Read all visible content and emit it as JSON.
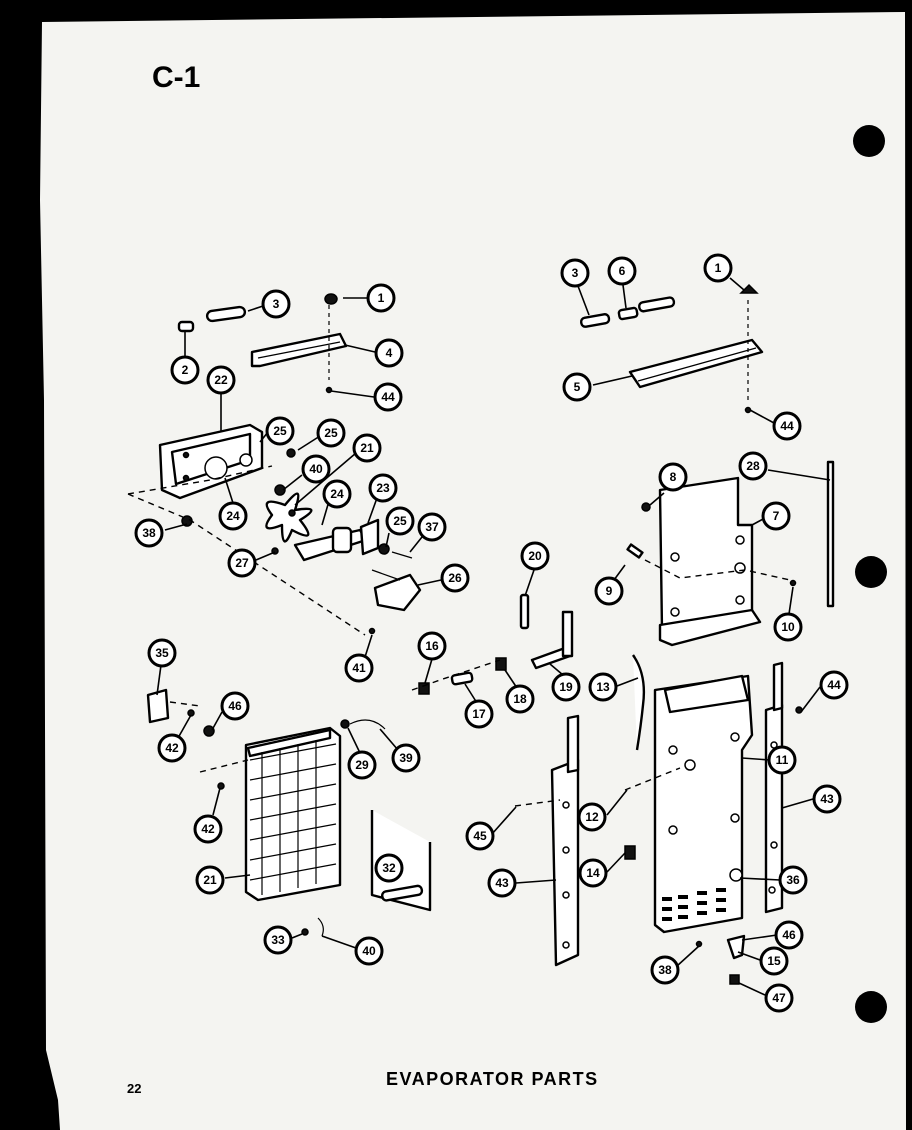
{
  "page": {
    "section_label": "C-1",
    "caption": "EVAPORATOR PARTS",
    "page_number": "22"
  },
  "callouts": [
    "1",
    "2",
    "3",
    "4",
    "44",
    "22",
    "25",
    "25",
    "21",
    "40",
    "24",
    "24",
    "23",
    "25",
    "37",
    "38",
    "27",
    "26",
    "41",
    "1",
    "3",
    "6",
    "5",
    "44",
    "8",
    "28",
    "7",
    "9",
    "10",
    "20",
    "16",
    "17",
    "18",
    "19",
    "13",
    "44",
    "11",
    "35",
    "46",
    "42",
    "29",
    "39",
    "42",
    "21",
    "32",
    "33",
    "40",
    "43",
    "45",
    "12",
    "43",
    "14",
    "36",
    "38",
    "46",
    "15",
    "47"
  ]
}
